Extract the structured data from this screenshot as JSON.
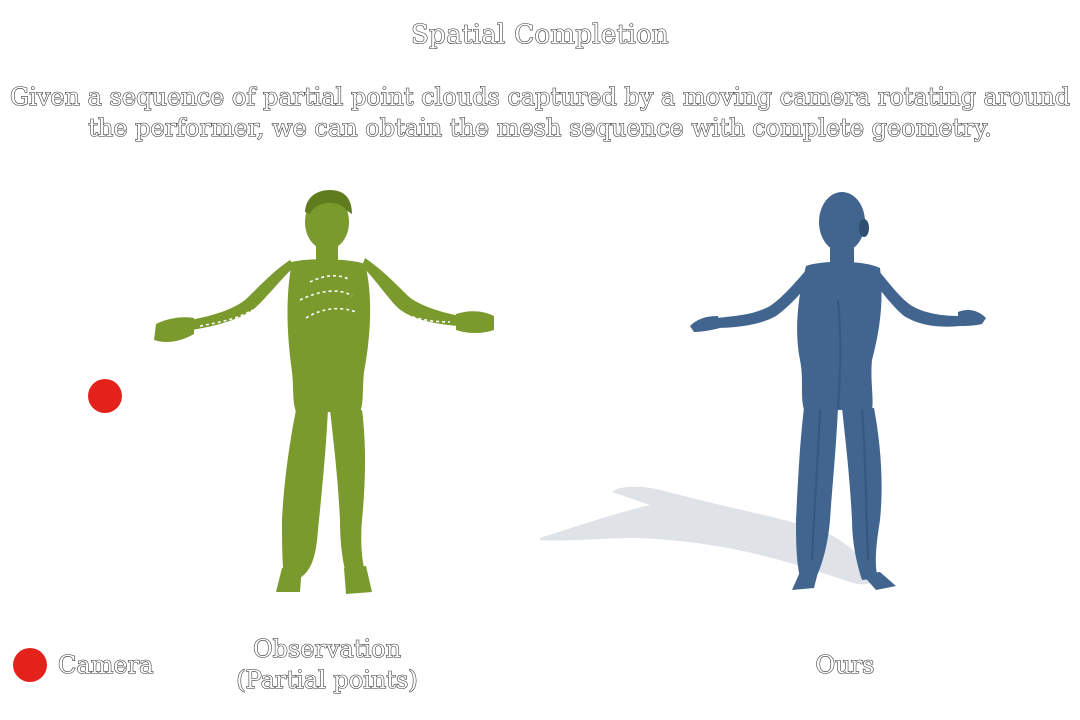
{
  "title": "Spatial Completion",
  "description_line1": "Given a sequence of partial point clouds captured by a moving camera rotating around",
  "description_line2": "the performer, we can obtain the mesh sequence with complete geometry.",
  "observation_label_line1": "Observation",
  "observation_label_line2": "(Partial points)",
  "ours_label": "Ours",
  "legend": {
    "label": "Camera",
    "icon": "red-dot-icon"
  },
  "colors": {
    "camera": "#e3231b",
    "observation_figure": "#7a9a2e",
    "observation_shade": "#5f7c1f",
    "ours_figure": "#41658f",
    "ours_shade": "#2f4e72",
    "shadow": "#dfe3e8"
  }
}
